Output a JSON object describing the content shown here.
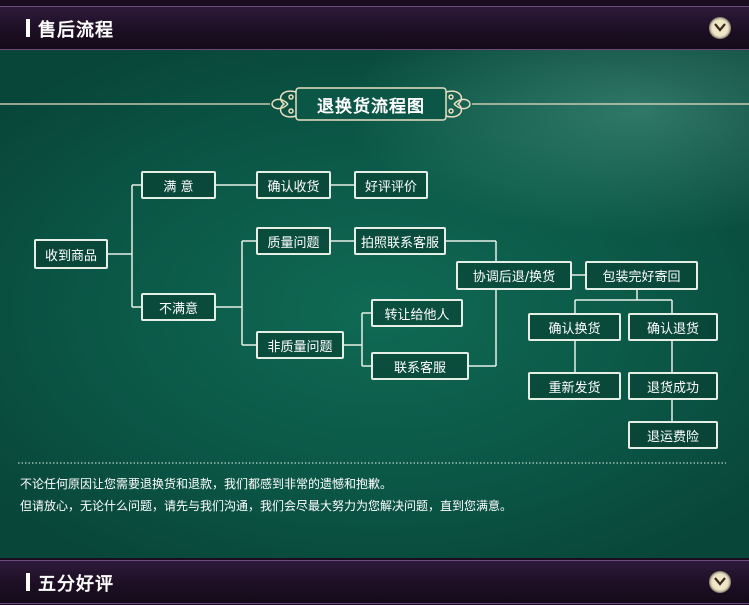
{
  "header": {
    "title": "售后流程"
  },
  "footer_header": {
    "title": "五分好评"
  },
  "diagram": {
    "title": "退换货流程图",
    "nodes": {
      "received": "收到商品",
      "satisfied": "满 意",
      "confirm_receipt": "确认收货",
      "good_review": "好评评价",
      "unsatisfied": "不满意",
      "quality_issue": "质量问题",
      "photo_contact": "拍照联系客服",
      "non_quality_issue": "非质量问题",
      "transfer_to_others": "转让给他人",
      "contact_service": "联系客服",
      "negotiate_return": "协调后退/换货",
      "pack_return": "包装完好寄回",
      "confirm_exchange": "确认换货",
      "confirm_return": "确认退货",
      "reship": "重新发货",
      "return_success": "退货成功",
      "return_shipping_fee": "退运费险"
    }
  },
  "notes": [
    "不论任何原因让您需要退换货和退款，我们都感到非常的遗憾和抱歉。",
    "但请放心，无论什么问题，请先与我们沟通，我们会尽最大努力为您解决问题，直到您满意。"
  ],
  "colors": {
    "panel_green": "#0b5646",
    "line": "#e6efe6",
    "header_bg": "#1d0f24"
  },
  "icons": {
    "toggle": "chevron-down-icon"
  }
}
